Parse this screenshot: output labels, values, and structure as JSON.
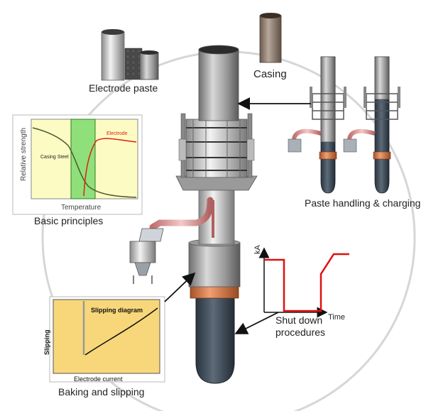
{
  "labels": {
    "electrode_paste": "Electrode paste",
    "casing": "Casing",
    "basic_principles": "Basic principles",
    "paste_handling": "Paste handling & charging",
    "shut_down_line1": "Shut down",
    "shut_down_line2": "procedures",
    "baking_slipping": "Baking and slipping"
  },
  "basic_chart": {
    "ylabel": "Relative strength",
    "xlabel": "Temperature",
    "series_casing": "Casing Steel",
    "series_electrode": "Electrode",
    "colors": {
      "background": "#fdfbc4",
      "band": "#8fe07a",
      "casing": "#4a5a30",
      "electrode": "#e02010"
    }
  },
  "shutdown_chart": {
    "ylabel": "kA",
    "xlabel": "Time",
    "line_color": "#e01010"
  },
  "slipping_chart": {
    "title": "Slipping diagram",
    "ylabel": "Slipping",
    "xlabel": "Electrode current",
    "background": "#f7d77a"
  }
}
